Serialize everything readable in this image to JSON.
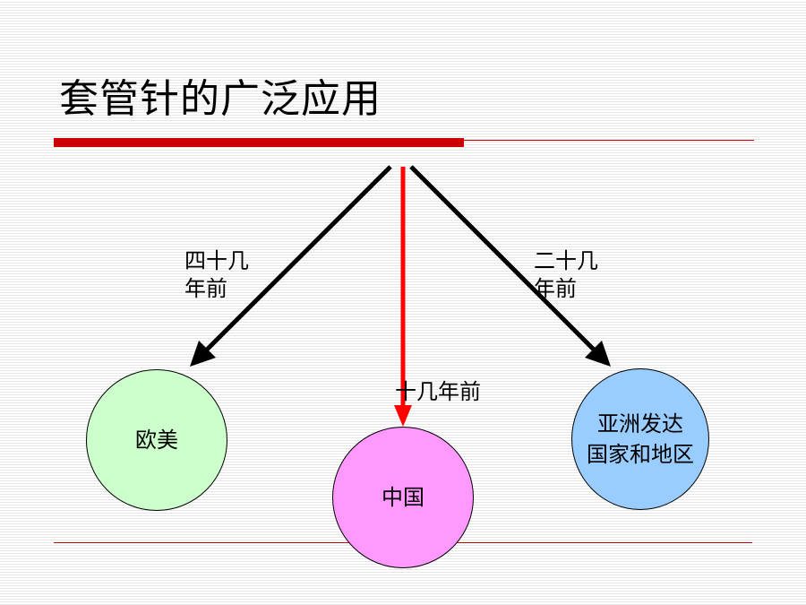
{
  "slide": {
    "title": "套管针的广泛应用"
  },
  "labels": {
    "left": [
      "四十几",
      "年前"
    ],
    "center": "十几年前",
    "right": [
      "二十几",
      "年前"
    ]
  },
  "nodes": {
    "europe_america": "欧美",
    "china": "中国",
    "asia": [
      "亚洲发达",
      "国家和地区"
    ]
  },
  "colors": {
    "accent_red": "#cc0000",
    "arrow_black": "#000000",
    "arrow_red": "#ff0000",
    "node_europe": "#ccffcc",
    "node_china": "#ff99ff",
    "node_asia": "#99ccff"
  }
}
